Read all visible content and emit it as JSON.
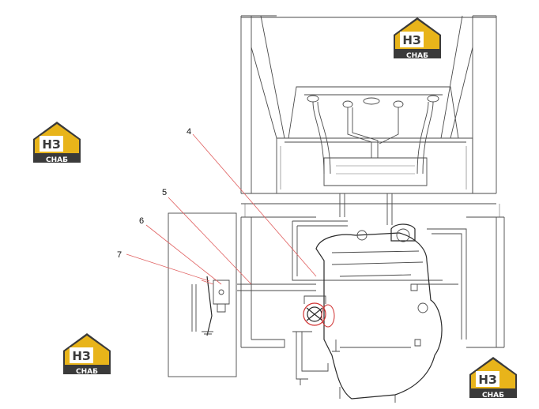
{
  "callouts": [
    {
      "id": "4",
      "label": "4"
    },
    {
      "id": "5",
      "label": "5"
    },
    {
      "id": "6",
      "label": "6"
    },
    {
      "id": "7",
      "label": "7"
    }
  ],
  "watermark": {
    "logo_text": "НЗ",
    "logo_caption": "СНАБ",
    "colors": {
      "gold": "#e8b41a",
      "dark": "#3a3a3a"
    }
  },
  "colors": {
    "line": "#4a4a4a",
    "leader": "#e06060",
    "accent_red": "#d03030"
  }
}
